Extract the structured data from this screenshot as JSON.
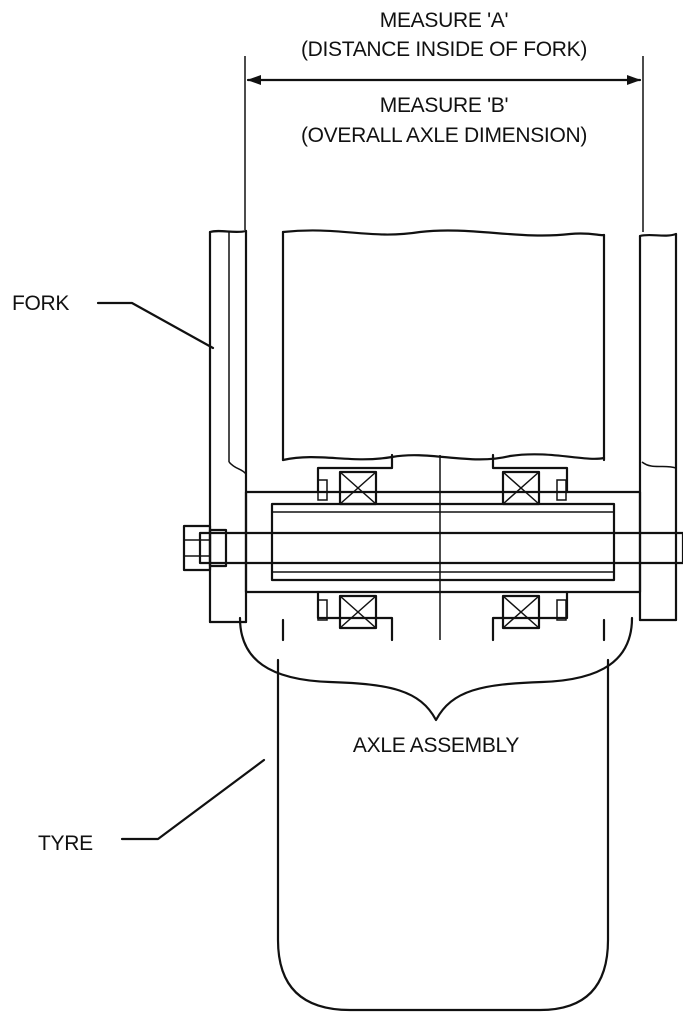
{
  "labels": {
    "measure_a_title": "MEASURE 'A'",
    "measure_a_desc": "(DISTANCE INSIDE OF FORK)",
    "measure_b_title": "MEASURE 'B'",
    "measure_b_desc": "(OVERALL AXLE DIMENSION)",
    "fork": "FORK",
    "tyre": "TYRE",
    "axle_assembly": "AXLE ASSEMBLY"
  },
  "colors": {
    "line": "#111111",
    "background": "#ffffff"
  }
}
